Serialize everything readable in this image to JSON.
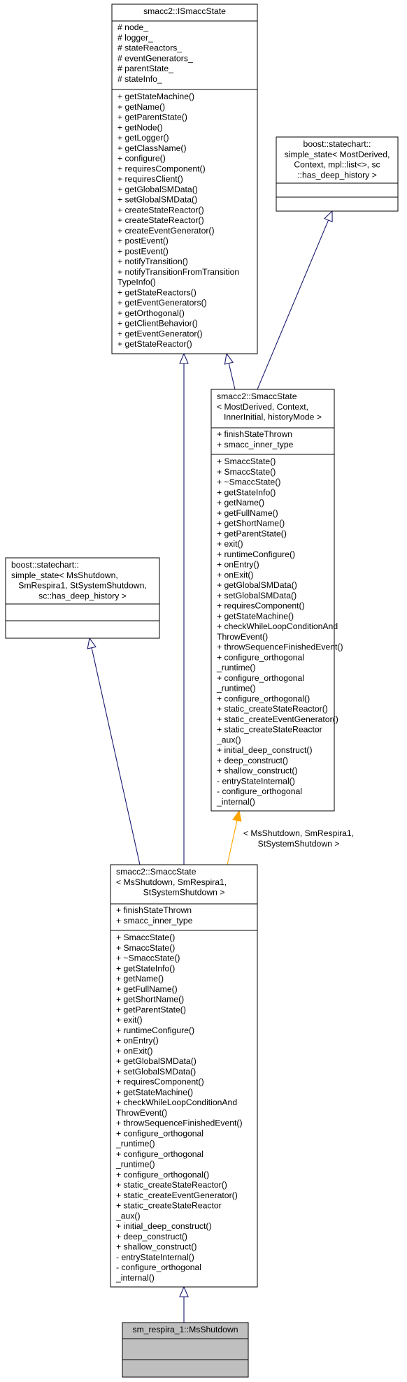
{
  "colors": {
    "box_border": "#000000",
    "box_fill": "#ffffff",
    "highlight_fill": "#bfbfbf",
    "inheritance_edge": "#191970",
    "template_edge": "#ffa500"
  },
  "edges": {
    "template_label": [
      "< MsShutdown, SmRespira1,",
      "StSystemShutdown >"
    ]
  },
  "classes": [
    {
      "id": "ismaccstate",
      "title": [
        "smacc2::ISmaccState"
      ],
      "title_align": "center",
      "attributes": [
        "# node_",
        "# logger_",
        "# stateReactors_",
        "# eventGenerators_",
        "# parentState_",
        "# stateInfo_"
      ],
      "methods": [
        "+ getStateMachine()",
        "+ getName()",
        "+ getParentState()",
        "+ getNode()",
        "+ getLogger()",
        "+ getClassName()",
        "+ configure()",
        "+ requiresComponent()",
        "+ requiresClient()",
        "+ getGlobalSMData()",
        "+ setGlobalSMData()",
        "+ createStateReactor()",
        "+ createStateReactor()",
        "+ createEventGenerator()",
        "+ postEvent()",
        "+ postEvent()",
        "+ notifyTransition()",
        "+ notifyTransitionFromTransition",
        "TypeInfo()",
        "+ getStateReactors()",
        "+ getEventGenerators()",
        "+ getOrthogonal()",
        "+ getClientBehavior()",
        "+ getEventGenerator()",
        "+ getStateReactor()"
      ]
    },
    {
      "id": "simple-state-generic",
      "title": [
        "boost::statechart::",
        "simple_state< MostDerived,",
        "Context, mpl::list<>, sc",
        "::has_deep_history >"
      ],
      "title_align": "center",
      "attributes": [],
      "methods": []
    },
    {
      "id": "smaccstate-template",
      "title": [
        "smacc2::SmaccState",
        "< MostDerived, Context,",
        "InnerInitial, historyMode >"
      ],
      "title_align": "mixed",
      "attributes": [
        "+ finishStateThrown",
        "+ smacc_inner_type"
      ],
      "methods": [
        "+ SmaccState()",
        "+ SmaccState()",
        "+ ~SmaccState()",
        "+ getStateInfo()",
        "+ getName()",
        "+ getFullName()",
        "+ getShortName()",
        "+ getParentState()",
        "+ exit()",
        "+ runtimeConfigure()",
        "+ onEntry()",
        "+ onExit()",
        "+ getGlobalSMData()",
        "+ setGlobalSMData()",
        "+ requiresComponent()",
        "+ getStateMachine()",
        "+ checkWhileLoopConditionAnd",
        "ThrowEvent()",
        "+ throwSequenceFinishedEvent()",
        "+ configure_orthogonal",
        "_runtime()",
        "+ configure_orthogonal",
        "_runtime()",
        "+ configure_orthogonal()",
        "+ static_createStateReactor()",
        "+ static_createEventGenerator()",
        "+ static_createStateReactor",
        "_aux()",
        "+ initial_deep_construct()",
        "+ deep_construct()",
        "+ shallow_construct()",
        "- entryStateInternal()",
        "- configure_orthogonal",
        "_internal()"
      ]
    },
    {
      "id": "simple-state-shutdown",
      "title": [
        "boost::statechart::",
        "simple_state< MsShutdown,",
        "SmRespira1, StSystemShutdown,",
        "sc::has_deep_history >"
      ],
      "title_align": "mixed",
      "attributes": [],
      "methods": []
    },
    {
      "id": "smaccstate-shutdown",
      "title": [
        "smacc2::SmaccState",
        "< MsShutdown, SmRespira1,",
        "StSystemShutdown >"
      ],
      "title_align": "mixed",
      "attributes": [
        "+ finishStateThrown",
        "+ smacc_inner_type"
      ],
      "methods": [
        "+ SmaccState()",
        "+ SmaccState()",
        "+ ~SmaccState()",
        "+ getStateInfo()",
        "+ getName()",
        "+ getFullName()",
        "+ getShortName()",
        "+ getParentState()",
        "+ exit()",
        "+ runtimeConfigure()",
        "+ onEntry()",
        "+ onExit()",
        "+ getGlobalSMData()",
        "+ setGlobalSMData()",
        "+ requiresComponent()",
        "+ getStateMachine()",
        "+ checkWhileLoopConditionAnd",
        "ThrowEvent()",
        "+ throwSequenceFinishedEvent()",
        "+ configure_orthogonal",
        "_runtime()",
        "+ configure_orthogonal",
        "_runtime()",
        "+ configure_orthogonal()",
        "+ static_createStateReactor()",
        "+ static_createEventGenerator()",
        "+ static_createStateReactor",
        "_aux()",
        "+ initial_deep_construct()",
        "+ deep_construct()",
        "+ shallow_construct()",
        "- entryStateInternal()",
        "- configure_orthogonal",
        "_internal()"
      ]
    },
    {
      "id": "msshutdown",
      "title": [
        "sm_respira_1::MsShutdown"
      ],
      "title_align": "center",
      "highlight": true,
      "attributes": [],
      "methods": []
    }
  ]
}
